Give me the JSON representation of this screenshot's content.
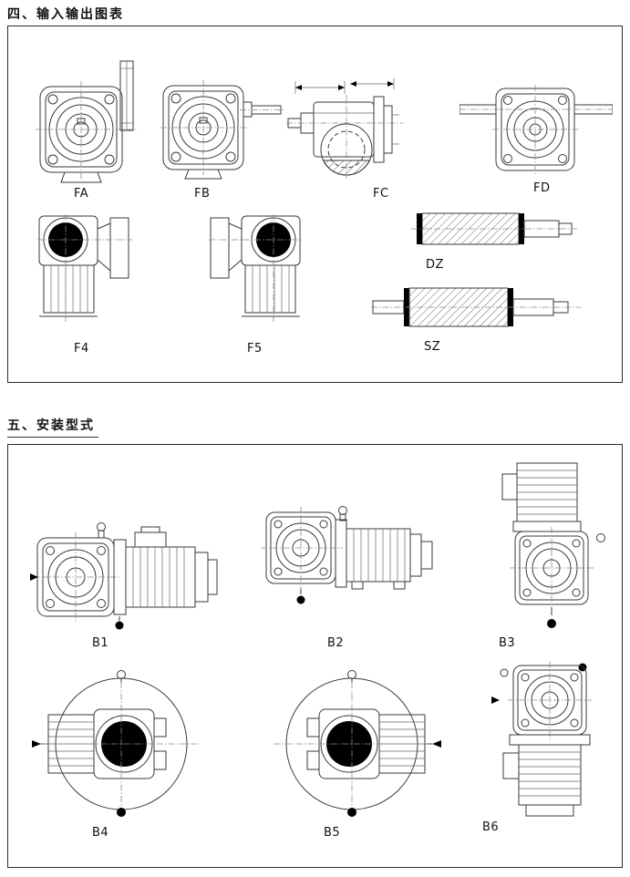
{
  "document": {
    "background": "#ffffff",
    "line_color": "#3a3a3a"
  },
  "section_io": {
    "heading": "四、输入输出图表",
    "figures": [
      {
        "label": "FA",
        "description": "worm-gearbox-front-view-with-input-flange-plate"
      },
      {
        "label": "FB",
        "description": "worm-gearbox-front-view-with-input-shaft"
      },
      {
        "label": "FC",
        "description": "worm-gearbox-side-section-with-dimension-arrows"
      },
      {
        "label": "FD",
        "description": "worm-gearbox-front-view-with-double-extended-shaft"
      },
      {
        "label": "F4",
        "description": "gearbox-side-view-solid-output-bore-flange-right"
      },
      {
        "label": "F5",
        "description": "gearbox-side-view-solid-output-bore-flange-left"
      },
      {
        "label": "DZ",
        "description": "single-extension-output-shaft-hatched"
      },
      {
        "label": "SZ",
        "description": "double-extension-output-shaft-hatched"
      }
    ]
  },
  "section_mounting": {
    "heading": "五、安装型式",
    "figures": [
      {
        "label": "B1",
        "description": "horizontal-mount-motor-right-output-down"
      },
      {
        "label": "B2",
        "description": "horizontal-mount-foot-motor-right"
      },
      {
        "label": "B3",
        "description": "vertical-mount-motor-on-top"
      },
      {
        "label": "B4",
        "description": "top-view-fins-left-output-up"
      },
      {
        "label": "B5",
        "description": "top-view-fins-right-output-up"
      },
      {
        "label": "B6",
        "description": "vertical-mount-motor-below"
      }
    ]
  }
}
